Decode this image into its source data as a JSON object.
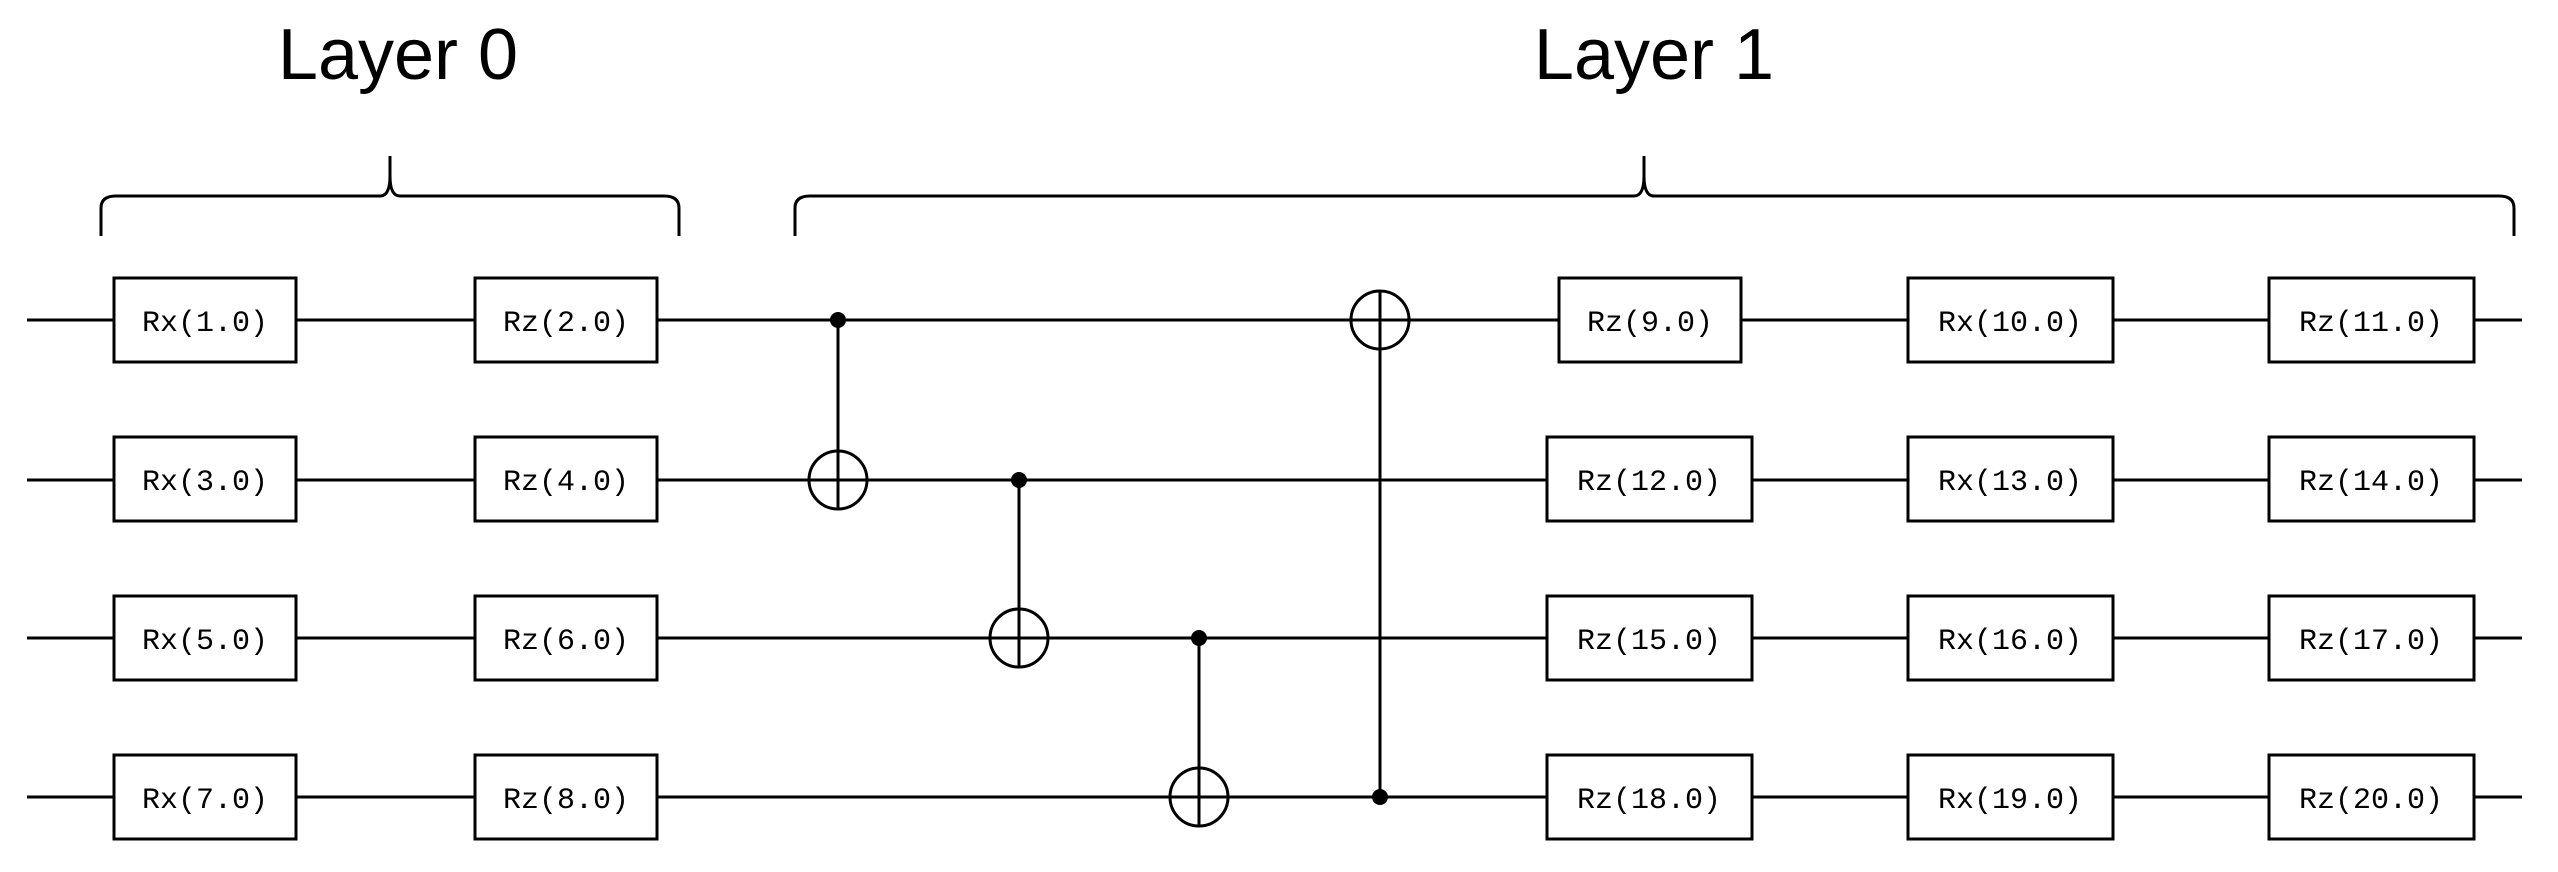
{
  "layers": [
    {
      "label": "Layer 0"
    },
    {
      "label": "Layer 1"
    }
  ],
  "gates": {
    "rx_1": "Rx(1.0)",
    "rz_2": "Rz(2.0)",
    "rx_3": "Rx(3.0)",
    "rz_4": "Rz(4.0)",
    "rx_5": "Rx(5.0)",
    "rz_6": "Rz(6.0)",
    "rx_7": "Rx(7.0)",
    "rz_8": "Rz(8.0)",
    "rz_9": "Rz(9.0)",
    "rx_10": "Rx(10.0)",
    "rz_11": "Rz(11.0)",
    "rz_12": "Rz(12.0)",
    "rx_13": "Rx(13.0)",
    "rz_14": "Rz(14.0)",
    "rz_15": "Rz(15.0)",
    "rx_16": "Rx(16.0)",
    "rz_17": "Rz(17.0)",
    "rz_18": "Rz(18.0)",
    "rx_19": "Rx(19.0)",
    "rz_20": "Rz(20.0)"
  }
}
